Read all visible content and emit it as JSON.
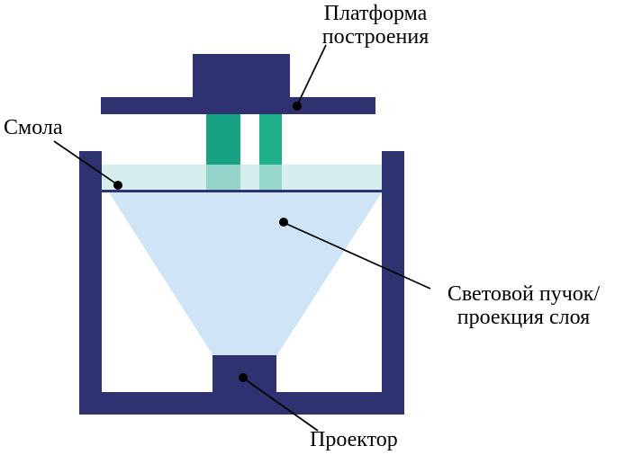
{
  "labels": {
    "platform_line1": "Платформа",
    "platform_line2": "построения",
    "resin": "Смола",
    "beam_line1": "Световой пучок/",
    "beam_line2": "проекция слоя",
    "projector": "Проектор"
  },
  "colors": {
    "frame": "#2e3270",
    "part_left": "#16a283",
    "part_right": "#1fb18c",
    "resin": "#c6e8e6",
    "resin_line": "#2e3270",
    "beam": "#cfe4f6",
    "leader": "#000000"
  }
}
